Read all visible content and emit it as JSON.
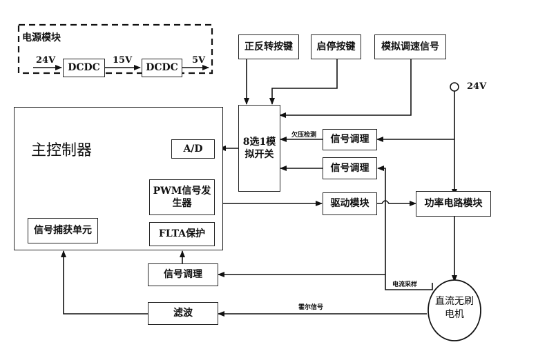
{
  "power_module": {
    "title": "电源模块",
    "input_label": "24V",
    "stage1": "DCDC",
    "mid_label": "15V",
    "stage2": "DCDC",
    "output_label": "5V"
  },
  "inputs": {
    "direction_key": "正反转按键",
    "start_stop_key": "启停按键",
    "analog_speed": "模拟调速信号"
  },
  "supply": {
    "label": "24V"
  },
  "mux": {
    "label_line1": "8选1模",
    "label_line2": "拟开关"
  },
  "controller": {
    "title": "主控制器",
    "ad": "A/D",
    "pwm_line1": "PWM信号发",
    "pwm_line2": "生器",
    "flta": "FLTA保护",
    "capture": "信号捕获单元"
  },
  "blocks": {
    "cond_undervoltage": "信号调理",
    "cond_current": "信号调理",
    "driver": "驱动模块",
    "power_circuit": "功率电路模块",
    "cond_fault": "信号调理",
    "filter": "滤波",
    "motor_line1": "直流无刷",
    "motor_line2": "电机"
  },
  "annotations": {
    "undervoltage": "欠压检测",
    "current_sampling": "电流采样",
    "hall_signal": "霍尔信号"
  }
}
